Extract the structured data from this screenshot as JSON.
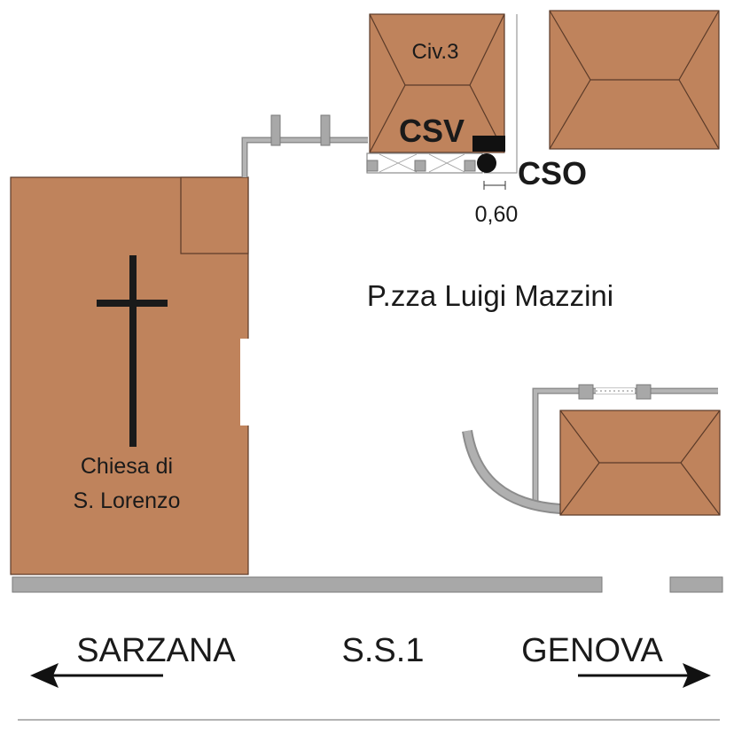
{
  "labels": {
    "civ3": "Civ.3",
    "csv": "CSV",
    "cso": "CSO",
    "distance": "0,60",
    "square": "P.zza Luigi Mazzini",
    "church_line1": "Chiesa di",
    "church_line2": "S. Lorenzo",
    "west": "SARZANA",
    "road": "S.S.1",
    "east": "GENOVA"
  },
  "colors": {
    "building": "#bf835c",
    "building_outline": "#5a3a28",
    "wall": "#a8a8a8",
    "ink": "#1a1a1a"
  }
}
